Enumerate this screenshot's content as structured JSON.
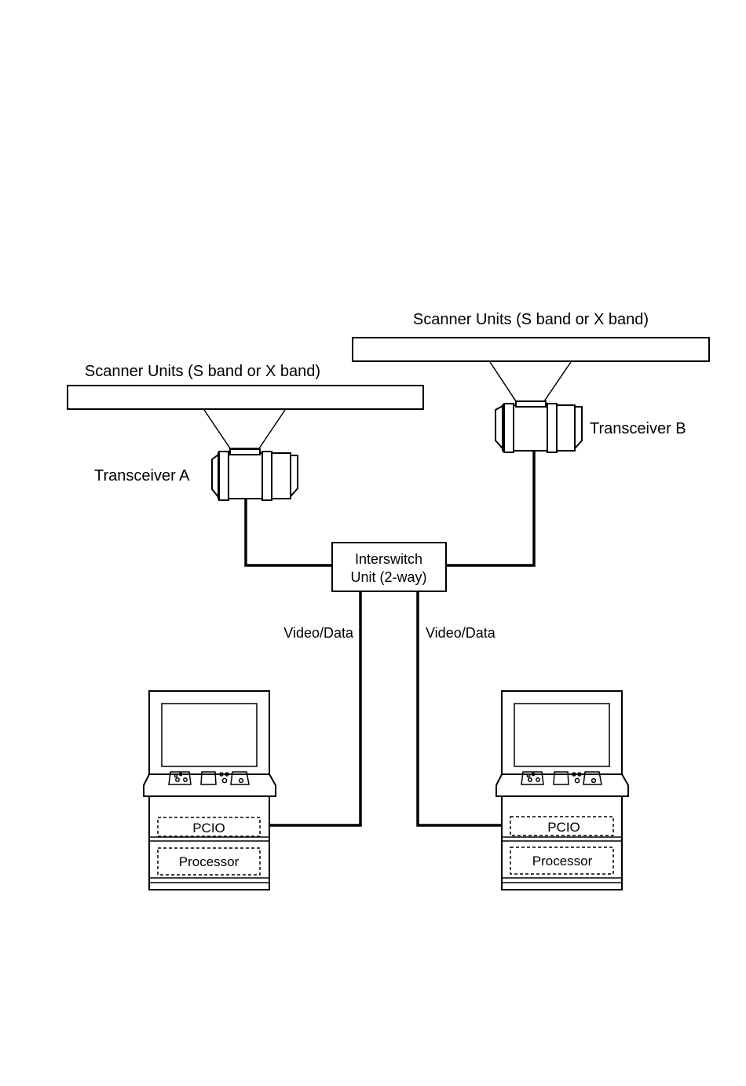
{
  "scanner_a": {
    "label": "Scanner Units (S band or X band)"
  },
  "scanner_b": {
    "label": "Scanner Units (S band or X band)"
  },
  "transceiver_a": {
    "label": "Transceiver A"
  },
  "transceiver_b": {
    "label": "Transceiver B"
  },
  "interswitch": {
    "line1": "Interswitch",
    "line2": "Unit (2-way)"
  },
  "cable_left": {
    "label": "Video/Data"
  },
  "cable_right": {
    "label": "Video/Data"
  },
  "console_left": {
    "pcio": "PCIO",
    "processor": "Processor"
  },
  "console_right": {
    "pcio": "PCIO",
    "processor": "Processor"
  }
}
